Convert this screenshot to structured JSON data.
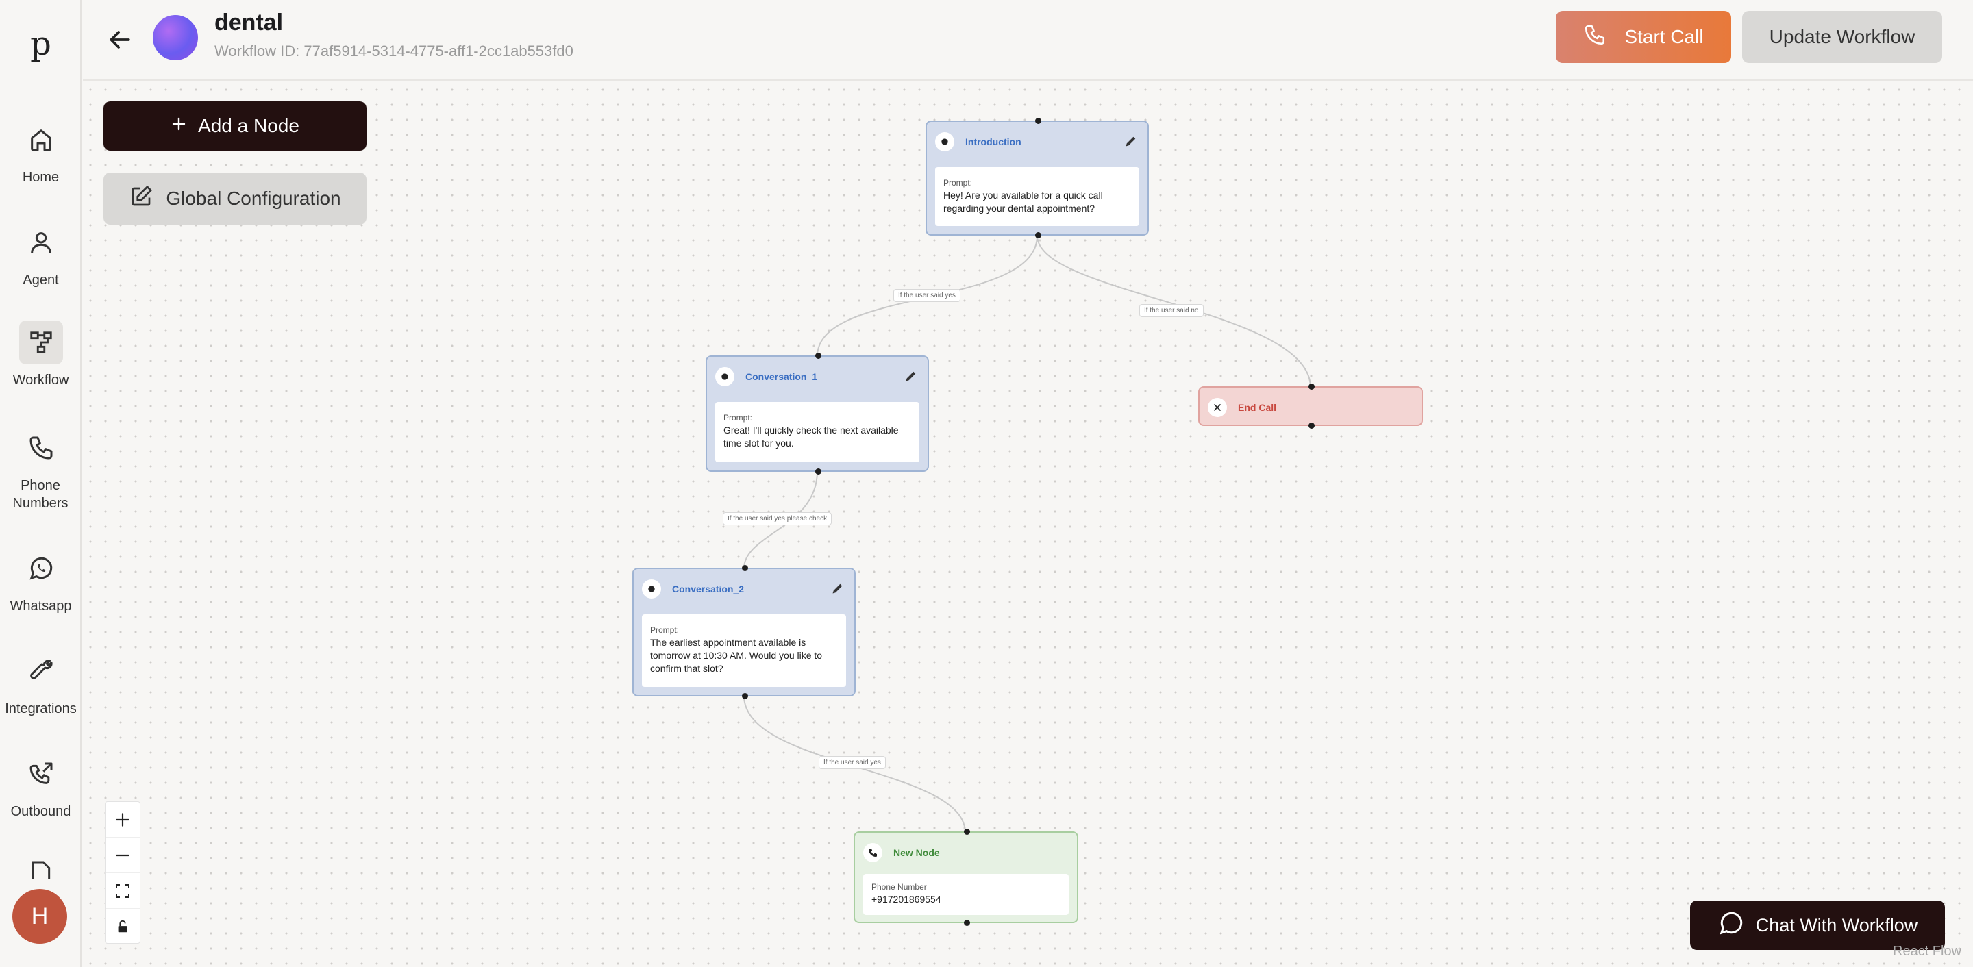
{
  "app": {
    "logo": "p"
  },
  "sidebar": {
    "items": [
      {
        "label": "Home",
        "icon": "home-icon"
      },
      {
        "label": "Agent",
        "icon": "user-icon"
      },
      {
        "label": "Workflow",
        "icon": "workflow-icon",
        "active": true
      },
      {
        "label": "Phone Numbers",
        "icon": "phone-icon"
      },
      {
        "label": "Whatsapp",
        "icon": "whatsapp-icon"
      },
      {
        "label": "Integrations",
        "icon": "wrench-icon"
      },
      {
        "label": "Outbound",
        "icon": "outbound-call-icon"
      }
    ],
    "user_initial": "H"
  },
  "header": {
    "title": "dental",
    "workflow_id": "Workflow ID: 77af5914-5314-4775-aff1-2cc1ab553fd0",
    "start_call": "Start Call",
    "update_workflow": "Update Workflow"
  },
  "toolbar": {
    "add_node": "Add a Node",
    "global_config": "Global Configuration"
  },
  "nodes": {
    "introduction": {
      "title": "Introduction",
      "prompt_label": "Prompt:",
      "prompt": "Hey! Are you available for a quick call regarding your dental appointment?"
    },
    "conversation_1": {
      "title": "Conversation_1",
      "prompt_label": "Prompt:",
      "prompt": "Great! I'll quickly check the next available time slot for you."
    },
    "conversation_2": {
      "title": "Conversation_2",
      "prompt_label": "Prompt:",
      "prompt": "The earliest appointment available is tomorrow at 10:30 AM. Would you like to confirm that slot?"
    },
    "end_call": {
      "title": "End Call"
    },
    "new_node": {
      "title": "New Node",
      "field_label": "Phone Number",
      "field_value": "+917201869554"
    }
  },
  "edges": {
    "intro_yes": "If the user said yes",
    "intro_no": "If the user said no",
    "conv1_yes": "If the user said yes please check",
    "conv2_yes": "If the user said yes"
  },
  "chat_button": "Chat With Workflow",
  "attribution": "React Flow",
  "colors": {
    "accent_orange": "#e8793a",
    "dark_button": "#231010",
    "node_blue": "#d4dcec",
    "node_red": "#f3d5d3",
    "node_green": "#e6f1e3"
  }
}
